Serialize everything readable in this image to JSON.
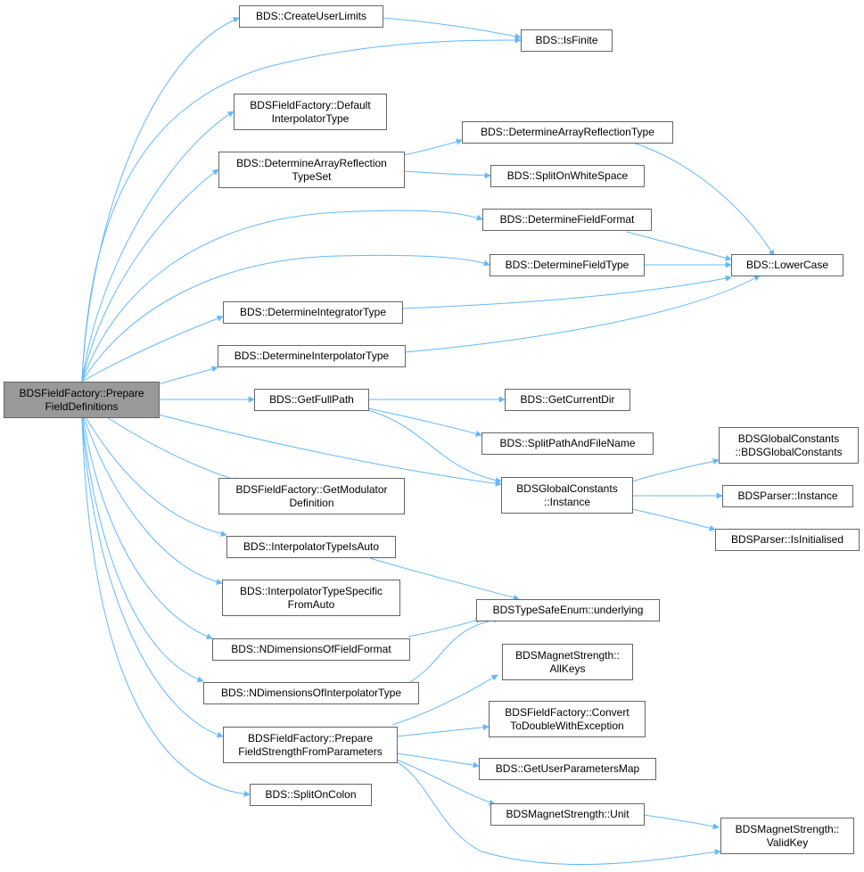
{
  "diagram": {
    "edge_color": "#63b8ff",
    "root": "prepare_field_defs",
    "nodes": {
      "prepare_field_defs": {
        "lines": [
          "BDSFieldFactory::Prepare",
          "FieldDefinitions"
        ]
      },
      "create_user_limits": {
        "lines": [
          "BDS::CreateUserLimits"
        ]
      },
      "is_finite": {
        "lines": [
          "BDS::IsFinite"
        ]
      },
      "default_interp": {
        "lines": [
          "BDSFieldFactory::Default",
          "InterpolatorType"
        ]
      },
      "det_arr_refl_set": {
        "lines": [
          "BDS::DetermineArrayReflection",
          "TypeSet"
        ]
      },
      "det_arr_refl": {
        "lines": [
          "BDS::DetermineArrayReflectionType"
        ]
      },
      "split_ws": {
        "lines": [
          "BDS::SplitOnWhiteSpace"
        ]
      },
      "det_field_format": {
        "lines": [
          "BDS::DetermineFieldFormat"
        ]
      },
      "det_field_type": {
        "lines": [
          "BDS::DetermineFieldType"
        ]
      },
      "lower_case": {
        "lines": [
          "BDS::LowerCase"
        ]
      },
      "det_integrator": {
        "lines": [
          "BDS::DetermineIntegratorType"
        ]
      },
      "det_interp": {
        "lines": [
          "BDS::DetermineInterpolatorType"
        ]
      },
      "get_full_path": {
        "lines": [
          "BDS::GetFullPath"
        ]
      },
      "get_current_dir": {
        "lines": [
          "BDS::GetCurrentDir"
        ]
      },
      "split_path": {
        "lines": [
          "BDS::SplitPathAndFileName"
        ]
      },
      "gc_ctor": {
        "lines": [
          "BDSGlobalConstants",
          "::BDSGlobalConstants"
        ]
      },
      "gc_instance": {
        "lines": [
          "BDSGlobalConstants",
          "::Instance"
        ]
      },
      "parser_instance": {
        "lines": [
          "BDSParser::Instance"
        ]
      },
      "parser_is_init": {
        "lines": [
          "BDSParser::IsInitialised"
        ]
      },
      "get_modulator": {
        "lines": [
          "BDSFieldFactory::GetModulator",
          "Definition"
        ]
      },
      "interp_is_auto": {
        "lines": [
          "BDS::InterpolatorTypeIsAuto"
        ]
      },
      "interp_specific": {
        "lines": [
          "BDS::InterpolatorTypeSpecific",
          "FromAuto"
        ]
      },
      "underlying": {
        "lines": [
          "BDSTypeSafeEnum::underlying"
        ]
      },
      "ndim_field_format": {
        "lines": [
          "BDS::NDimensionsOfFieldFormat"
        ]
      },
      "ndim_interp": {
        "lines": [
          "BDS::NDimensionsOfInterpolatorType"
        ]
      },
      "all_keys": {
        "lines": [
          "BDSMagnetStrength::",
          "AllKeys"
        ]
      },
      "prep_strength": {
        "lines": [
          "BDSFieldFactory::Prepare",
          "FieldStrengthFromParameters"
        ]
      },
      "convert_double": {
        "lines": [
          "BDSFieldFactory::Convert",
          "ToDoubleWithException"
        ]
      },
      "get_user_params": {
        "lines": [
          "BDS::GetUserParametersMap"
        ]
      },
      "split_colon": {
        "lines": [
          "BDS::SplitOnColon"
        ]
      },
      "unit": {
        "lines": [
          "BDSMagnetStrength::Unit"
        ]
      },
      "valid_key": {
        "lines": [
          "BDSMagnetStrength::",
          "ValidKey"
        ]
      }
    }
  }
}
